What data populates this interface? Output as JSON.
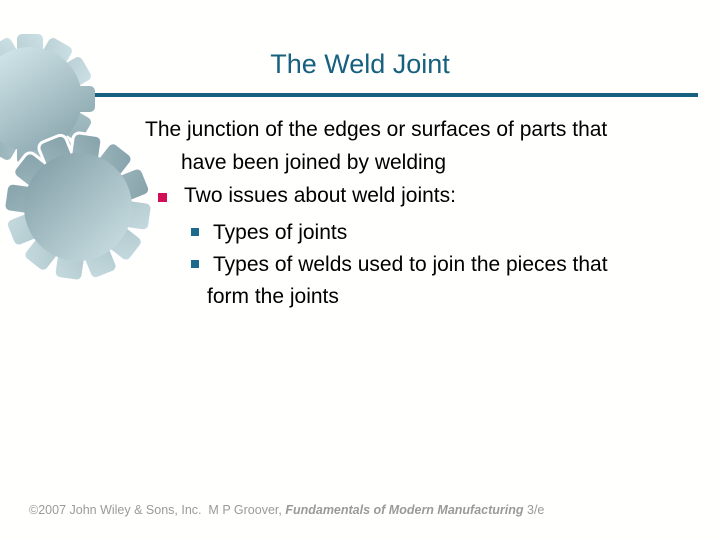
{
  "slide": {
    "title": "The Weld Joint",
    "body": {
      "paragraph": {
        "line1": "The junction of the edges or surfaces of parts that",
        "line2": "have been joined by welding"
      },
      "bullet1": "Two issues about weld joints:",
      "sub_bullet1": "Types of joints",
      "sub_bullet2_line1": "Types of welds used to join the pieces that",
      "sub_bullet2_line2": "form the joints"
    },
    "footer": {
      "copyright": "©2007 John Wiley & Sons, Inc.  M P Groover, ",
      "book_title": "Fundamentals of Modern Manufacturing",
      "edition": " 3/e"
    },
    "colors": {
      "title_teal": "#17607F",
      "rule_teal": "#17607F",
      "bullet_crimson": "#D00F57",
      "sub_bullet_teal": "#1B6A8C",
      "footer_gray": "#9A9A9A",
      "gear_gradient_light": "#DCEFF2",
      "gear_gradient_dark": "#75939C"
    }
  }
}
